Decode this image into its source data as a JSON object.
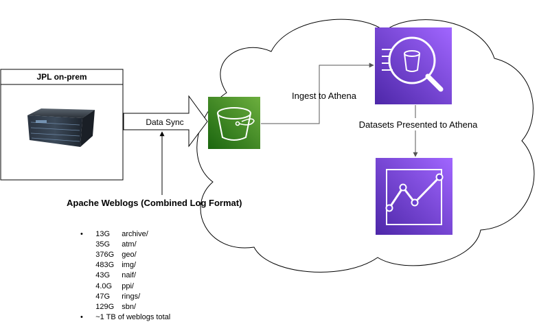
{
  "onprem": {
    "title": "JPL on-prem"
  },
  "arrows": {
    "data_sync": "Data Sync",
    "ingest": "Ingest to Athena",
    "presented": "Datasets Presented to Athena"
  },
  "weblogs": {
    "heading": "Apache Weblogs (Combined Log Format)",
    "entries": [
      {
        "size": "13G",
        "dir": "archive/"
      },
      {
        "size": "35G",
        "dir": "atm/"
      },
      {
        "size": "376G",
        "dir": "geo/"
      },
      {
        "size": "483G",
        "dir": "img/"
      },
      {
        "size": "43G",
        "dir": "naif/"
      },
      {
        "size": "4.0G",
        "dir": "ppi/"
      },
      {
        "size": "47G",
        "dir": "rings/"
      },
      {
        "size": "129G",
        "dir": "sbn/"
      }
    ],
    "total": "~1 TB of weblogs total"
  },
  "icons": {
    "server": "server-icon",
    "bucket": "s3-bucket-icon",
    "athena": "athena-icon",
    "quicksight": "quicksight-icon",
    "cloud": "cloud-icon"
  },
  "colors": {
    "bucket_green_light": "#6cae3e",
    "bucket_green_dark": "#1b660f",
    "purple_light": "#945df2",
    "purple_dark": "#5a30b5",
    "arrow_gray": "#555555"
  }
}
